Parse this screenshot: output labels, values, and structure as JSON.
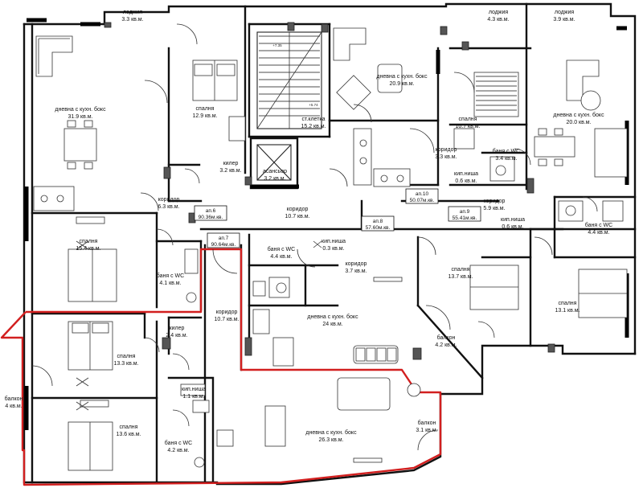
{
  "rooms": [
    {
      "id": "loggia-a",
      "name": "лоджия",
      "area": "3.3 кв.м."
    },
    {
      "id": "living-a",
      "name": "дневна с кухн. бокс",
      "area": "31.9 кв.м."
    },
    {
      "id": "bedroom-a1",
      "name": "спалня",
      "area": "12.9 кв.м."
    },
    {
      "id": "storage-a",
      "name": "килер",
      "area": "3.2 кв.м."
    },
    {
      "id": "corridor-a",
      "name": "коридор",
      "area": "6.3 кв.м."
    },
    {
      "id": "bedroom-a2",
      "name": "спалня",
      "area": "15.4 кв.м."
    },
    {
      "id": "bath-a",
      "name": "баня с WC",
      "area": "4.1 кв.м."
    },
    {
      "id": "stair",
      "name": "ст.клетка",
      "area": "15.2 кв.м."
    },
    {
      "id": "elevator",
      "name": "асансьор",
      "area": "3.2 кв.м."
    },
    {
      "id": "corridor-common",
      "name": "коридор",
      "area": "10.7 кв.м."
    },
    {
      "id": "living-b",
      "name": "дневна с кухн. бокс",
      "area": "20.9 кв.м."
    },
    {
      "id": "loggia-b",
      "name": "лоджия",
      "area": "4.3 кв.м."
    },
    {
      "id": "bedroom-b",
      "name": "спалня",
      "area": "10.7 кв.м."
    },
    {
      "id": "corridor-b",
      "name": "коридор",
      "area": "3.3 кв.м."
    },
    {
      "id": "bath-b",
      "name": "баня с WC",
      "area": "3.4 кв.м."
    },
    {
      "id": "niche-b",
      "name": "кип.ниша",
      "area": "0.6 кв.м."
    },
    {
      "id": "loggia-c",
      "name": "лоджия",
      "area": "3.9 кв.м."
    },
    {
      "id": "living-c",
      "name": "дневна с кухн. бокс",
      "area": "20.0 кв.м."
    },
    {
      "id": "corridor-c",
      "name": "коридор",
      "area": "5.9 кв.м."
    },
    {
      "id": "niche-c",
      "name": "кип.ниша",
      "area": "0.6 кв.м."
    },
    {
      "id": "bath-c",
      "name": "баня с WC",
      "area": "4.4 кв.м."
    },
    {
      "id": "bedroom-c",
      "name": "спалня",
      "area": "13.1 кв.м."
    },
    {
      "id": "bath-d",
      "name": "баня с WC",
      "area": "4.4 кв.м."
    },
    {
      "id": "niche-d",
      "name": "кип.ниша",
      "area": "0.3 кв.м."
    },
    {
      "id": "corridor-d",
      "name": "коридор",
      "area": "3.7 кв.м."
    },
    {
      "id": "bedroom-d",
      "name": "спалня",
      "area": "13.7 кв.м."
    },
    {
      "id": "living-d",
      "name": "дневна с кухн. бокс",
      "area": "24 кв.м."
    },
    {
      "id": "balcony-d",
      "name": "балкон",
      "area": "4.2 кв.м."
    },
    {
      "id": "corridor-e",
      "name": "коридор",
      "area": "10.7 кв.м."
    },
    {
      "id": "storage-e",
      "name": "килер",
      "area": "2.4 кв.м."
    },
    {
      "id": "bedroom-e1",
      "name": "спалня",
      "area": "13.3 кв.м."
    },
    {
      "id": "balcony-e1",
      "name": "балкон",
      "area": "4 кв.м."
    },
    {
      "id": "bedroom-e2",
      "name": "спалня",
      "area": "13.6 кв.м."
    },
    {
      "id": "bath-e",
      "name": "баня с WC",
      "area": "4.2 кв.м."
    },
    {
      "id": "niche-e",
      "name": "кип.ниша",
      "area": "1.1 кв.м."
    },
    {
      "id": "living-e",
      "name": "дневна с кухн. бокс",
      "area": "26.3 кв.м."
    },
    {
      "id": "balcony-e2",
      "name": "балкон",
      "area": "3.1 кв.м."
    }
  ],
  "apartments": [
    {
      "id": "ap6",
      "name": "ап.6",
      "area": "90.36м.кв."
    },
    {
      "id": "ap7",
      "name": "ап.7",
      "area": "90.64м.кв."
    },
    {
      "id": "ap8",
      "name": "ап.8",
      "area": "57.60м.кв."
    },
    {
      "id": "ap9",
      "name": "ап.9",
      "area": "55.41м.кв."
    },
    {
      "id": "ap10",
      "name": "ап.10",
      "area": "50.07м.кв."
    }
  ],
  "stair_marks": [
    "+7.35",
    "+5.74"
  ],
  "highlight_color": "#d21f1f",
  "wall_color": "#111111"
}
